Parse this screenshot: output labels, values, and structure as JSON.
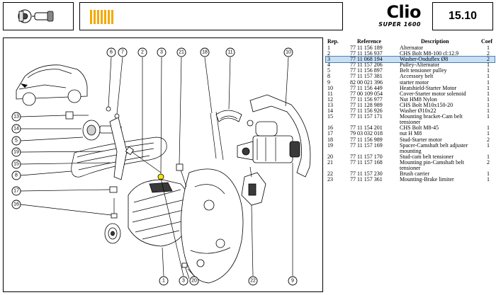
{
  "header": {
    "icon_name": "alternator-starter-icon",
    "logo": {
      "main": "Clio",
      "sub": "SUPER 1600"
    },
    "page_code": "15.10",
    "accent_color": "#f4a900"
  },
  "diagram": {
    "callouts_left": [
      "13",
      "14",
      "5",
      "19",
      "15",
      "8",
      "17",
      "16"
    ],
    "callouts_top": [
      "6",
      "7",
      "2",
      "3",
      "21",
      "18",
      "11",
      "10"
    ],
    "callouts_bottom": [
      "1",
      "3",
      "20",
      "22",
      "9"
    ],
    "highlight_color": "#ffe600"
  },
  "table": {
    "headers": {
      "rep": "Rep.",
      "ref": "Reference",
      "desc": "Description",
      "coef": "Coef"
    },
    "selected_rep": "3",
    "rows": [
      {
        "rep": "1",
        "ref": "77 11 156 189",
        "desc": "Alternator",
        "coef": "1"
      },
      {
        "rep": "2",
        "ref": "77 11 156 937",
        "desc": "CHS Bolt M8-100 cl:12.9",
        "coef": "2"
      },
      {
        "rep": "3",
        "ref": "77 11 068 194",
        "desc": "Washer-Onduflex Ø8",
        "coef": "2"
      },
      {
        "rep": "4",
        "ref": "77 11 157 206",
        "desc": "Pulley-Alternator",
        "coef": "1"
      },
      {
        "rep": "5",
        "ref": "77 11 156 897",
        "desc": "Belt tensioner pulley",
        "coef": "1"
      },
      {
        "rep": "8",
        "ref": "77 11 157 381",
        "desc": "Accessory belt",
        "coef": "1"
      },
      {
        "rep": "9",
        "ref": "82 00 021 396",
        "desc": "starter motor",
        "coef": "1"
      },
      {
        "rep": "10",
        "ref": "77 11 156 449",
        "desc": "Heatshield-Starter Motor",
        "coef": "1"
      },
      {
        "rep": "11",
        "ref": "77 00 109 054",
        "desc": "Cover-Starter motor solenoid",
        "coef": "1"
      },
      {
        "rep": "12",
        "ref": "77 11 156 977",
        "desc": "Nut HM8 Nylon",
        "coef": "1"
      },
      {
        "rep": "13",
        "ref": "77 11 128 989",
        "desc": "CHS Bolt M10x150-20",
        "coef": "1"
      },
      {
        "rep": "14",
        "ref": "77 11 156 926",
        "desc": "Washer Ø10x22",
        "coef": "1"
      },
      {
        "rep": "15",
        "ref": "77 11 157 171",
        "desc": "Mounting bracket-Cam belt",
        "coef": "1"
      },
      {
        "rep": "",
        "ref": "",
        "desc": "tensioner",
        "coef": ""
      },
      {
        "rep": "16",
        "ref": "77 11 154 201",
        "desc": "CHS Bolt M8-45",
        "coef": "1"
      },
      {
        "rep": "17",
        "ref": "79 03 032 018",
        "desc": "nut H M8",
        "coef": "1"
      },
      {
        "rep": "18",
        "ref": "77 11 156 989",
        "desc": "Stud-Starter motor",
        "coef": "2"
      },
      {
        "rep": "19",
        "ref": "77 11 157 169",
        "desc": "Spacer-Camshaft belt adjuster",
        "coef": "1"
      },
      {
        "rep": "",
        "ref": "",
        "desc": "mounting",
        "coef": ""
      },
      {
        "rep": "20",
        "ref": "77 11 157 170",
        "desc": "Stud-cam belt tensioner",
        "coef": "1"
      },
      {
        "rep": "21",
        "ref": "77 11 157 168",
        "desc": "Mounting pin-Camshaft belt",
        "coef": "2"
      },
      {
        "rep": "",
        "ref": "",
        "desc": "tensioner",
        "coef": ""
      },
      {
        "rep": "22",
        "ref": "77 11 157 230",
        "desc": "Brush carrier",
        "coef": "1"
      },
      {
        "rep": "23",
        "ref": "77 11 157 361",
        "desc": "Mounting-Brake limiter",
        "coef": "1"
      }
    ]
  }
}
